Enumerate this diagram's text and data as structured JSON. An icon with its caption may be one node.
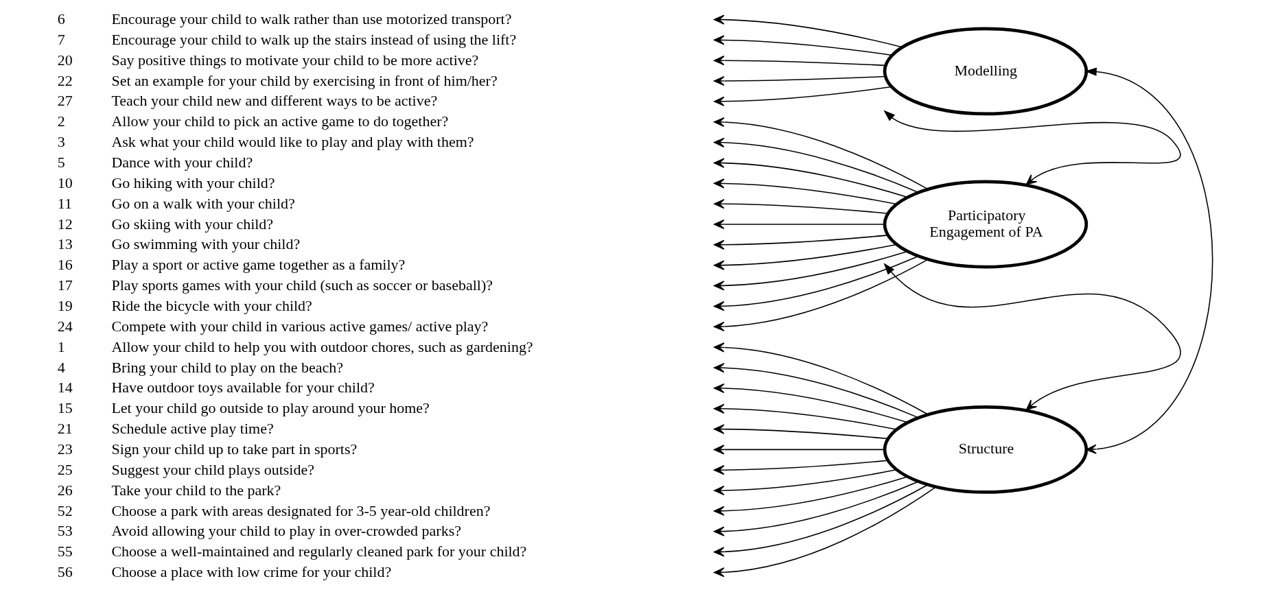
{
  "diagram": {
    "nodes": [
      {
        "text": [
          "6",
          "Encourage your child to walk rather than use motorized transport?"
        ]
      },
      {
        "text": [
          "7",
          "Encourage your child to walk up the stairs instead of using the lift?"
        ]
      },
      {
        "text": [
          "20",
          "Say positive things to motivate your child to be more active?"
        ]
      },
      {
        "text": [
          "22",
          "Set an example for your child by exercising in front of him/her?"
        ]
      },
      {
        "text": [
          "27",
          "Teach your child new and different ways to be active?"
        ]
      },
      {
        "text": [
          "2",
          "Allow your child to pick an active game to do together?"
        ]
      },
      {
        "text": [
          "3",
          "Ask what your child would like to play and play with them?"
        ]
      },
      {
        "text": [
          "5",
          "Dance with your child?"
        ]
      },
      {
        "text": [
          "10",
          "Go hiking with your child?"
        ]
      },
      {
        "text": [
          "11",
          "Go on a walk with your child?"
        ]
      },
      {
        "text": [
          "12",
          "Go skiing with your child?"
        ]
      },
      {
        "text": [
          "13",
          "Go swimming with your child?"
        ]
      },
      {
        "text": [
          "16",
          "Play a sport or active game together as a family?"
        ]
      },
      {
        "text": [
          "17",
          "Play sports games with your child (such as soccer or baseball)?"
        ]
      },
      {
        "text": [
          "19",
          "Ride the bicycle with your child?"
        ]
      },
      {
        "text": [
          "24",
          "Compete with your child in various active games/ active play?"
        ]
      },
      {
        "text": [
          "1",
          "Allow your child to help you with outdoor chores, such as gardening?"
        ]
      },
      {
        "text": [
          "4",
          "Bring your child to play on the beach?"
        ]
      },
      {
        "text": [
          "14",
          "Have outdoor toys available for your child?"
        ]
      },
      {
        "text": [
          "15",
          "Let your child go outside to play around your home?"
        ]
      },
      {
        "text": [
          "21",
          "Schedule active play time?"
        ]
      },
      {
        "text": [
          "23",
          "Sign your child up to take part in sports?"
        ]
      },
      {
        "text": [
          "25",
          "Suggest your child plays outside?"
        ]
      },
      {
        "text": [
          "26",
          "Take your child to the park?"
        ]
      },
      {
        "text": [
          "52",
          "Choose a park with areas designated for 3-5 year-old children?"
        ]
      },
      {
        "text": [
          "53",
          "Avoid allowing your child to play in over-crowded parks?"
        ]
      },
      {
        "text": [
          "55",
          "Choose a well-maintained and regularly cleaned park for your child?"
        ]
      },
      {
        "text": [
          "56",
          "Choose a place with low crime for your child?"
        ]
      },
      {
        "text": [
          "Modelling"
        ]
      },
      {
        "text": [
          "Participatory Engagement of PA"
        ]
      },
      {
        "text": [
          "Structure"
        ]
      }
    ],
    "edges": [
      {
        "from": 28,
        "to": 0,
        "arrow": "to"
      },
      {
        "from": 28,
        "to": 1,
        "arrow": "to"
      },
      {
        "from": 28,
        "to": 2,
        "arrow": "to"
      },
      {
        "from": 28,
        "to": 3,
        "arrow": "to"
      },
      {
        "from": 28,
        "to": 4,
        "arrow": "to"
      },
      {
        "from": 29,
        "to": 5,
        "arrow": "to"
      },
      {
        "from": 29,
        "to": 6,
        "arrow": "to"
      },
      {
        "from": 29,
        "to": 7,
        "arrow": "to"
      },
      {
        "from": 29,
        "to": 8,
        "arrow": "to"
      },
      {
        "from": 29,
        "to": 9,
        "arrow": "to"
      },
      {
        "from": 29,
        "to": 10,
        "arrow": "to"
      },
      {
        "from": 29,
        "to": 11,
        "arrow": "to"
      },
      {
        "from": 29,
        "to": 12,
        "arrow": "to"
      },
      {
        "from": 29,
        "to": 13,
        "arrow": "to"
      },
      {
        "from": 29,
        "to": 14,
        "arrow": "to"
      },
      {
        "from": 29,
        "to": 15,
        "arrow": "to"
      },
      {
        "from": 30,
        "to": 16,
        "arrow": "to"
      },
      {
        "from": 30,
        "to": 17,
        "arrow": "to"
      },
      {
        "from": 30,
        "to": 18,
        "arrow": "to"
      },
      {
        "from": 30,
        "to": 19,
        "arrow": "to"
      },
      {
        "from": 30,
        "to": 20,
        "arrow": "to"
      },
      {
        "from": 30,
        "to": 21,
        "arrow": "to"
      },
      {
        "from": 30,
        "to": 22,
        "arrow": "to"
      },
      {
        "from": 30,
        "to": 23,
        "arrow": "to"
      },
      {
        "from": 30,
        "to": 24,
        "arrow": "to"
      },
      {
        "from": 30,
        "to": 25,
        "arrow": "to"
      },
      {
        "from": 30,
        "to": 26,
        "arrow": "to"
      },
      {
        "from": 30,
        "to": 27,
        "arrow": "to"
      },
      {
        "from": 28,
        "to": 29,
        "arrow": "both"
      },
      {
        "from": 29,
        "to": 30,
        "arrow": "both"
      },
      {
        "from": 28,
        "to": 30,
        "arrow": "both"
      }
    ]
  }
}
